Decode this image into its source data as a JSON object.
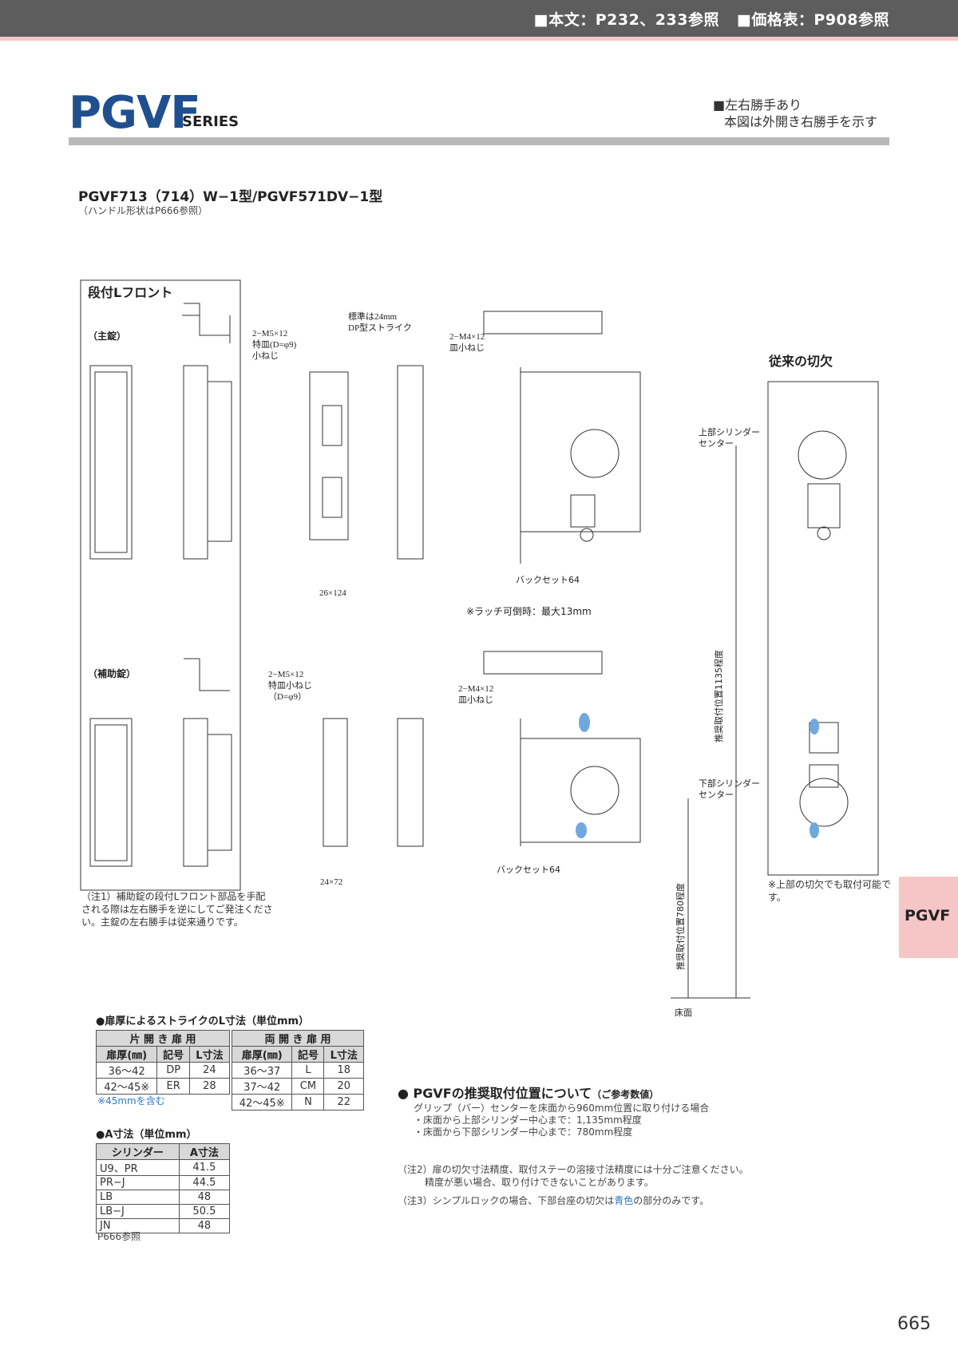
{
  "header": {
    "ref_body": "■本文：P232、233参照",
    "ref_price": "■価格表：P908参照"
  },
  "series": {
    "title": "PGVF",
    "sub": "SERIES",
    "note_line1": "■左右勝手あり",
    "note_line2": "本図は外開き右勝手を示す"
  },
  "model": {
    "title": "PGVF713（714）W−1型/PGVF571DV−1型",
    "sub": "（ハンドル形状はP666参照）"
  },
  "drawing": {
    "panel_left_title": "段付Lフロント",
    "main_lock": "（主錠）",
    "aux_lock": "（補助錠）",
    "cutout_title": "従来の切欠",
    "strike_std": "標準は24mm",
    "strike_dp": "DP型ストライク",
    "screw_a1": "2−M5×12",
    "screw_a2": "特皿(D=φ9)",
    "screw_a3": "小ねじ",
    "screw_b1": "2−M4×12",
    "screw_b2": "皿小ねじ",
    "screw_c1": "2−M5×12",
    "screw_c2": "特皿小ねじ",
    "screw_c3": "（D=φ9）",
    "screw_d1": "2−M4×12",
    "screw_d2": "皿小ねじ",
    "upper_cyl1": "上部シリンダー",
    "upper_cyl2": "センター",
    "lower_cyl1": "下部シリンダー",
    "lower_cyl2": "センター",
    "backset": "バックセット64",
    "latch_note": "※ラッチ可倒時：最大13mm",
    "rec1135": "推奨取付位置1135程度",
    "rec780": "推奨取付位置780程度",
    "floor": "床面",
    "d_26x124": "26×124",
    "d_24x72": "24×72"
  },
  "notes": {
    "note1": "（注1）補助錠の段付Lフロント部品を手配される際は左右勝手を逆にしてご発注ください。主錠の左右勝手は従来通りです。",
    "cutout_note": "※上部の切欠でも取付可能です。",
    "note2_l1": "（注2）扉の切欠寸法精度、取付ステーの溶接寸法精度には十分ご注意ください。",
    "note2_l2": "精度が悪い場合、取り付けできないことがあります。",
    "note3_a": "（注3）シンプルロックの場合、下部台座の切欠は",
    "note3_b": "青色",
    "note3_c": "の部分のみです。"
  },
  "strike_table": {
    "title": "●扉厚によるストライクのL寸法（単位mm）",
    "group_single": "片 開 き 扉 用",
    "group_double": "両 開 き 扉 用",
    "col_thickness": "扉厚(㎜)",
    "col_code": "記号",
    "col_l": "L寸法",
    "single_rows": [
      {
        "thickness": "36〜42",
        "code": "DP",
        "l": "24"
      },
      {
        "thickness": "42〜45※",
        "code": "ER",
        "l": "28"
      }
    ],
    "double_rows": [
      {
        "thickness": "36〜37",
        "code": "L",
        "l": "18"
      },
      {
        "thickness": "37〜42",
        "code": "CM",
        "l": "20"
      },
      {
        "thickness": "42〜45※",
        "code": "N",
        "l": "22"
      }
    ],
    "footnote": "※45mmを含む"
  },
  "a_table": {
    "title": "●A寸法（単位mm）",
    "col_cyl": "シリンダー",
    "col_a": "A寸法",
    "rows": [
      {
        "cyl": "U9、PR",
        "a": "41.5"
      },
      {
        "cyl": "PR−J",
        "a": "44.5"
      },
      {
        "cyl": "LB",
        "a": "48"
      },
      {
        "cyl": "LB−J",
        "a": "50.5"
      },
      {
        "cyl": "JN",
        "a": "48"
      }
    ],
    "footnote": "P666参照"
  },
  "recommend": {
    "title": "● PGVFの推奨取付位置について",
    "title_small": "（ご参考数値）",
    "line1": "グリップ（バー）センターを床面から960mm位置に取り付ける場合",
    "line2": "・床面から上部シリンダー中心まで：1,135mm程度",
    "line3": "・床面から下部シリンダー中心まで：780mm程度"
  },
  "side_tab": "PGVF",
  "page_number": "665",
  "colors": {
    "header": "#5d5d5d",
    "accent_pink": "#f6c6c6",
    "title_blue": "#1f4f8f",
    "cutout_blue": "#6fa8dc"
  }
}
